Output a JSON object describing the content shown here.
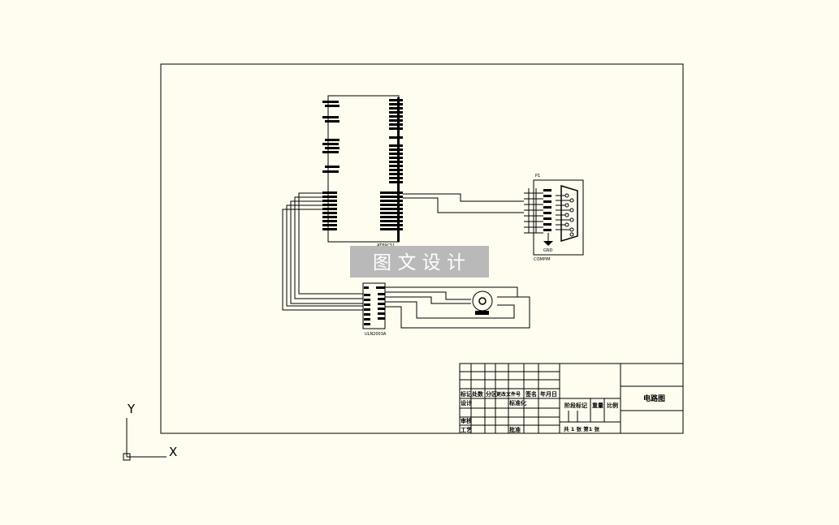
{
  "colors": {
    "background": "#fefdf0",
    "ink": "#000000",
    "watermark_fill": "#b9b9b9",
    "watermark_text": "#ffffff"
  },
  "labels": {
    "mcu": "AT89C51",
    "driver": "ULN2003A",
    "connector_ref": "P1",
    "connector_name": "COMPIM",
    "ground": "GND"
  },
  "watermark": {
    "text": "图 文 设 计"
  },
  "axes": {
    "x": "X",
    "y": "Y"
  },
  "title_block": {
    "drawing_name": "电路图",
    "header_cells": [
      "标记",
      "处数",
      "分区",
      "更改文件号",
      "签名",
      "年月日"
    ],
    "design": "设计",
    "standardization": "标准化",
    "review": "审核",
    "process": "工艺",
    "approve": "批准",
    "stage_mark": "阶段标记",
    "weight": "重量",
    "scale": "比例",
    "sheet_info": "共 1 张 第1 张"
  },
  "icons": [
    "ucs-icon",
    "ground-icon",
    "motor-icon"
  ]
}
